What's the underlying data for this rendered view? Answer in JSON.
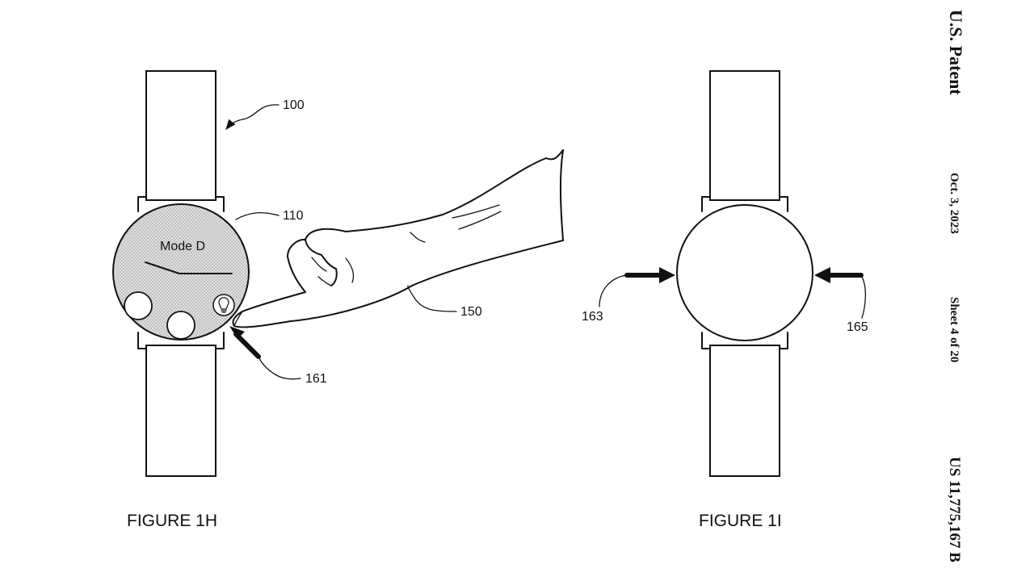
{
  "header": {
    "publisher": "U.S. Patent",
    "date": "Oct. 3, 2023",
    "sheet": "Sheet 4 of 20",
    "patent_number": "US 11,775,167 B"
  },
  "figure_1h": {
    "caption": "FIGURE 1H",
    "screen_text": "Mode D",
    "labels": {
      "device": "100",
      "display": "110",
      "hand": "150",
      "press": "161"
    }
  },
  "figure_1i": {
    "caption": "FIGURE 1I",
    "labels": {
      "left_press": "163",
      "right_press": "165"
    }
  }
}
